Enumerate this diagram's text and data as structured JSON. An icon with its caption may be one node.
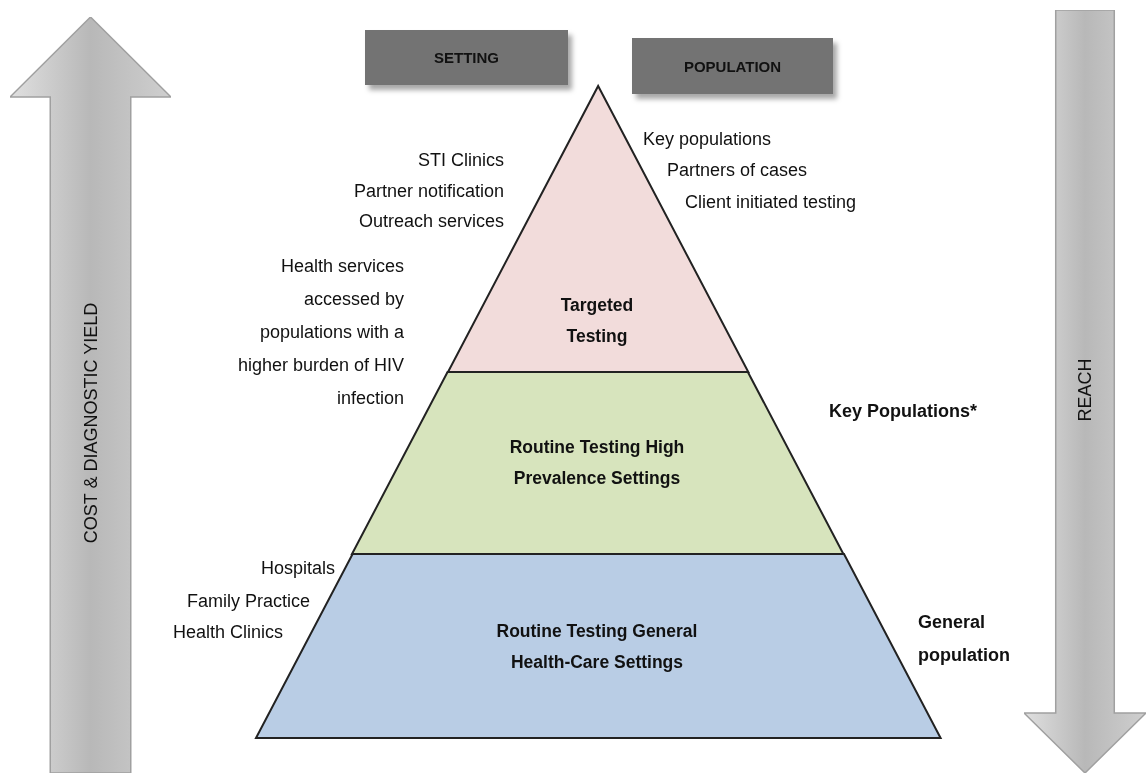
{
  "diagram": {
    "nodes": [
      {
        "text": [
          "SETTING"
        ]
      },
      {
        "text": [
          "POPULATION"
        ]
      },
      {
        "text": [
          "Targeted Testing"
        ]
      },
      {
        "text": [
          "Routine Testing High Prevalence Settings"
        ]
      },
      {
        "text": [
          "Routine Testing General Health-Care Settings"
        ]
      },
      {
        "text": [
          "COST & DIAGNOSTIC YIELD"
        ]
      },
      {
        "text": [
          "REACH"
        ]
      }
    ],
    "edges": [],
    "labels": [
      "Key populations",
      "Partners of cases",
      "STI Clinics",
      "Client initiated testing",
      "Partner notification",
      "Outreach services",
      "Health services accessed by populations with a higher burden of HIV infection",
      "Key Populations*",
      "Hospitals",
      "Family Practice",
      "Health Clinics",
      "General population"
    ]
  }
}
